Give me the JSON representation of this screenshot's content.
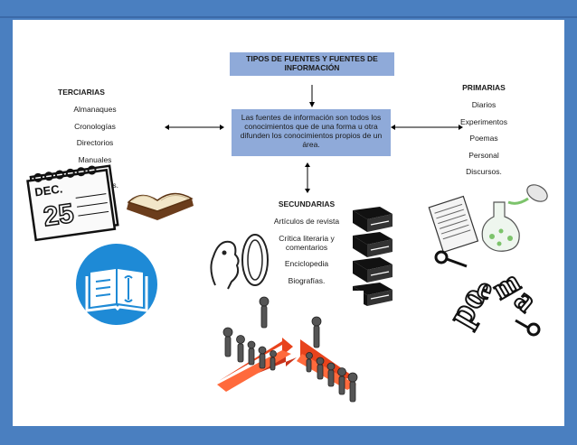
{
  "title": "TIPOS DE FUENTES Y FUENTES DE INFORMACIÓN",
  "definition": "Las fuentes de información son todos los conocimientos que de una forma u otra difunden los conocimientos propios de un área.",
  "terciarias": {
    "heading": "TERCIARIAS",
    "items": [
      "Almanaques",
      "Cronologías",
      "Directorios",
      "Manuales",
      "Libro de instrucciones."
    ]
  },
  "primarias": {
    "heading": "PRIMARIAS",
    "items": [
      "Diarios",
      "Experimentos",
      "Poemas",
      "Personal",
      "Discursos."
    ]
  },
  "secundarias": {
    "heading": "SECUNDARIAS",
    "items": [
      "Artículos de revista",
      "Crítica literaria y comentarios",
      "Enciclopedia",
      "Biografías."
    ]
  },
  "calendar": {
    "month": "DEC.",
    "day": "25"
  },
  "poema_text": [
    "po",
    "e",
    "m",
    "a"
  ],
  "colors": {
    "frame": "#4a7fc0",
    "box": "#8faad9",
    "accent_red": "#e8431c"
  }
}
